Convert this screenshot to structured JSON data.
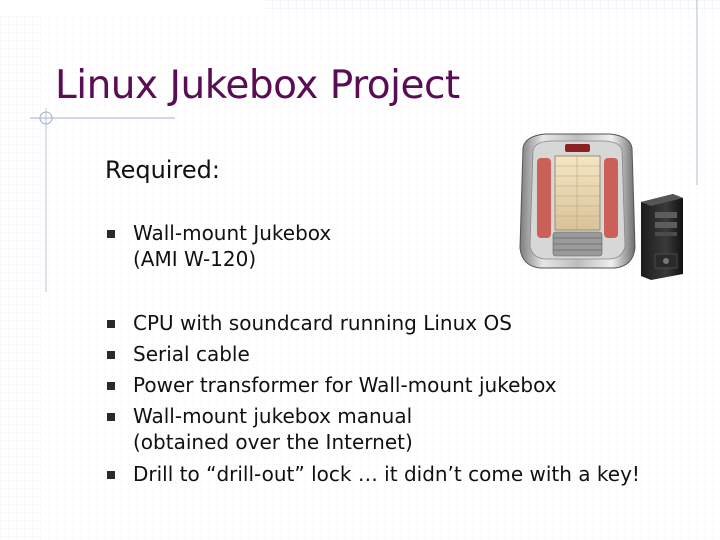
{
  "slide": {
    "title": "Linux Jukebox Project",
    "subheading": "Required:",
    "bullets": [
      {
        "text": "Wall-mount Jukebox\n(AMI  W-120)"
      },
      {
        "text": "CPU with soundcard running Linux OS"
      },
      {
        "text": "Serial cable"
      },
      {
        "text": "Power transformer for Wall-mount jukebox"
      },
      {
        "text": "Wall-mount jukebox manual\n(obtained over the Internet)"
      },
      {
        "text": "Drill to “drill-out” lock … it didn’t come with a key!"
      }
    ]
  },
  "colors": {
    "title": "#5a0c55",
    "grid": "#e3e8f0",
    "deco_line": "#9fb0c8",
    "bullet_square": "#2a2a2a"
  },
  "images": {
    "jukebox": "wall-mount-jukebox-photo",
    "cpu": "computer-tower-photo"
  }
}
